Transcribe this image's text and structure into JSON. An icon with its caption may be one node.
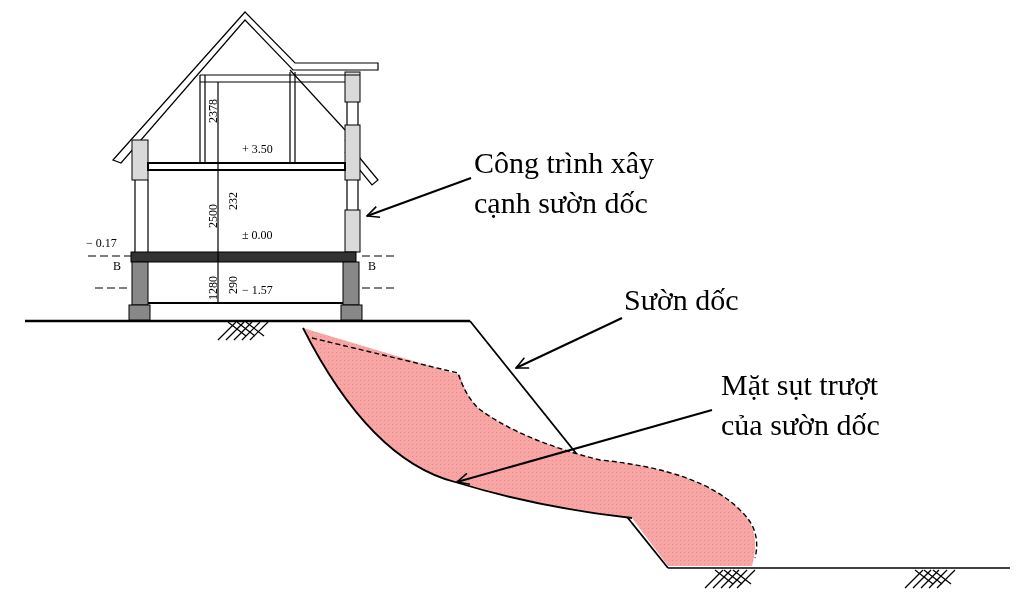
{
  "diagram": {
    "nodes": [
      {
        "text": [
          "Công trình xây cạnh sườn dốc"
        ]
      },
      {
        "text": [],
        "shape": "picture"
      },
      {
        "text": [
          "Sườn dốc"
        ]
      },
      {
        "text": [],
        "shape": "line"
      },
      {
        "text": [
          "Mặt sụt trượt của sườn dốc"
        ]
      },
      {
        "text": [],
        "shape": "picture"
      }
    ],
    "edges": [
      {
        "from": 0,
        "to": 1,
        "arrow": "to"
      },
      {
        "from": 2,
        "to": 3,
        "arrow": "to"
      },
      {
        "from": 4,
        "to": 5,
        "arrow": "to"
      }
    ],
    "labels": [
      "2378",
      "+ 3.50",
      "2500",
      "232",
      "− 0.17",
      "± 0.00",
      "B",
      "B",
      "1280",
      "290",
      "− 1.57"
    ]
  }
}
